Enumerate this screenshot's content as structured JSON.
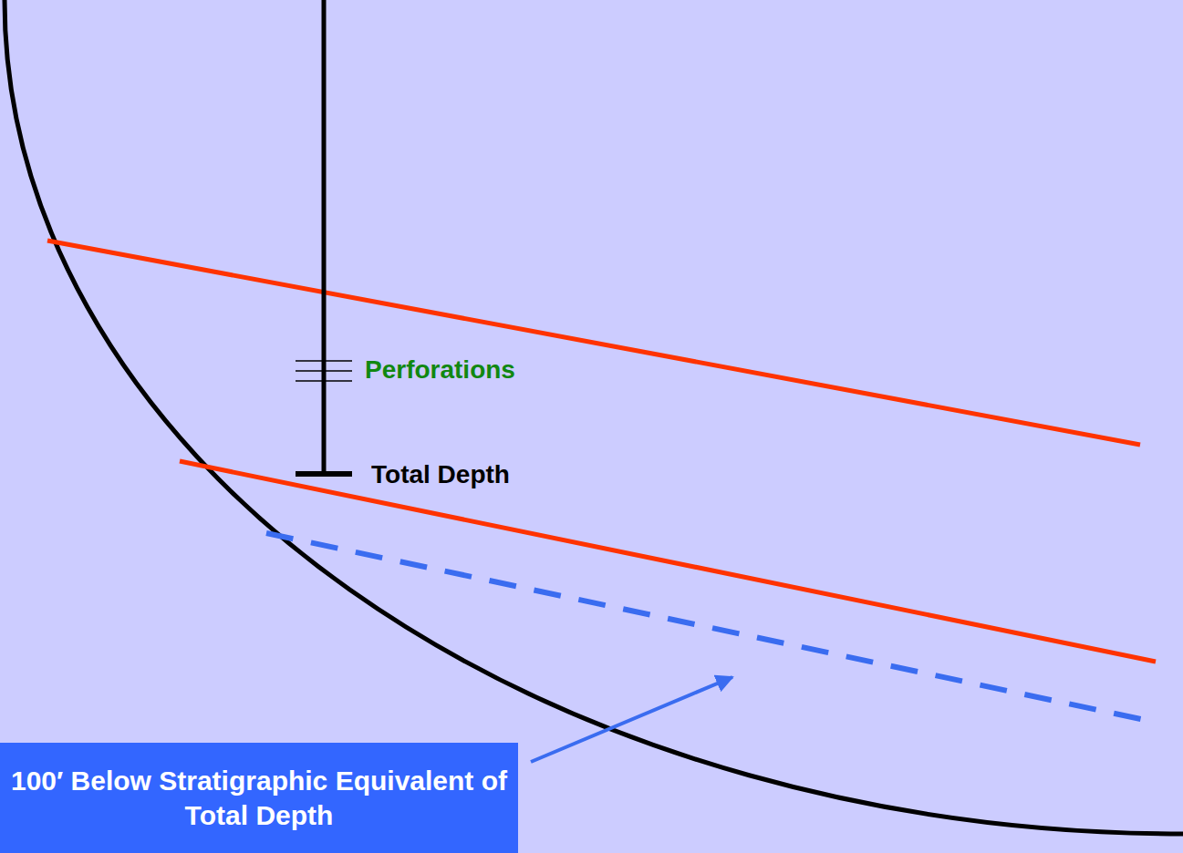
{
  "diagram": {
    "nodes": [
      {
        "text": [
          "100′ Below Stratigraphic Equivalent of Total Depth"
        ]
      }
    ],
    "labels": [
      "Perforations",
      "Total Depth"
    ]
  }
}
